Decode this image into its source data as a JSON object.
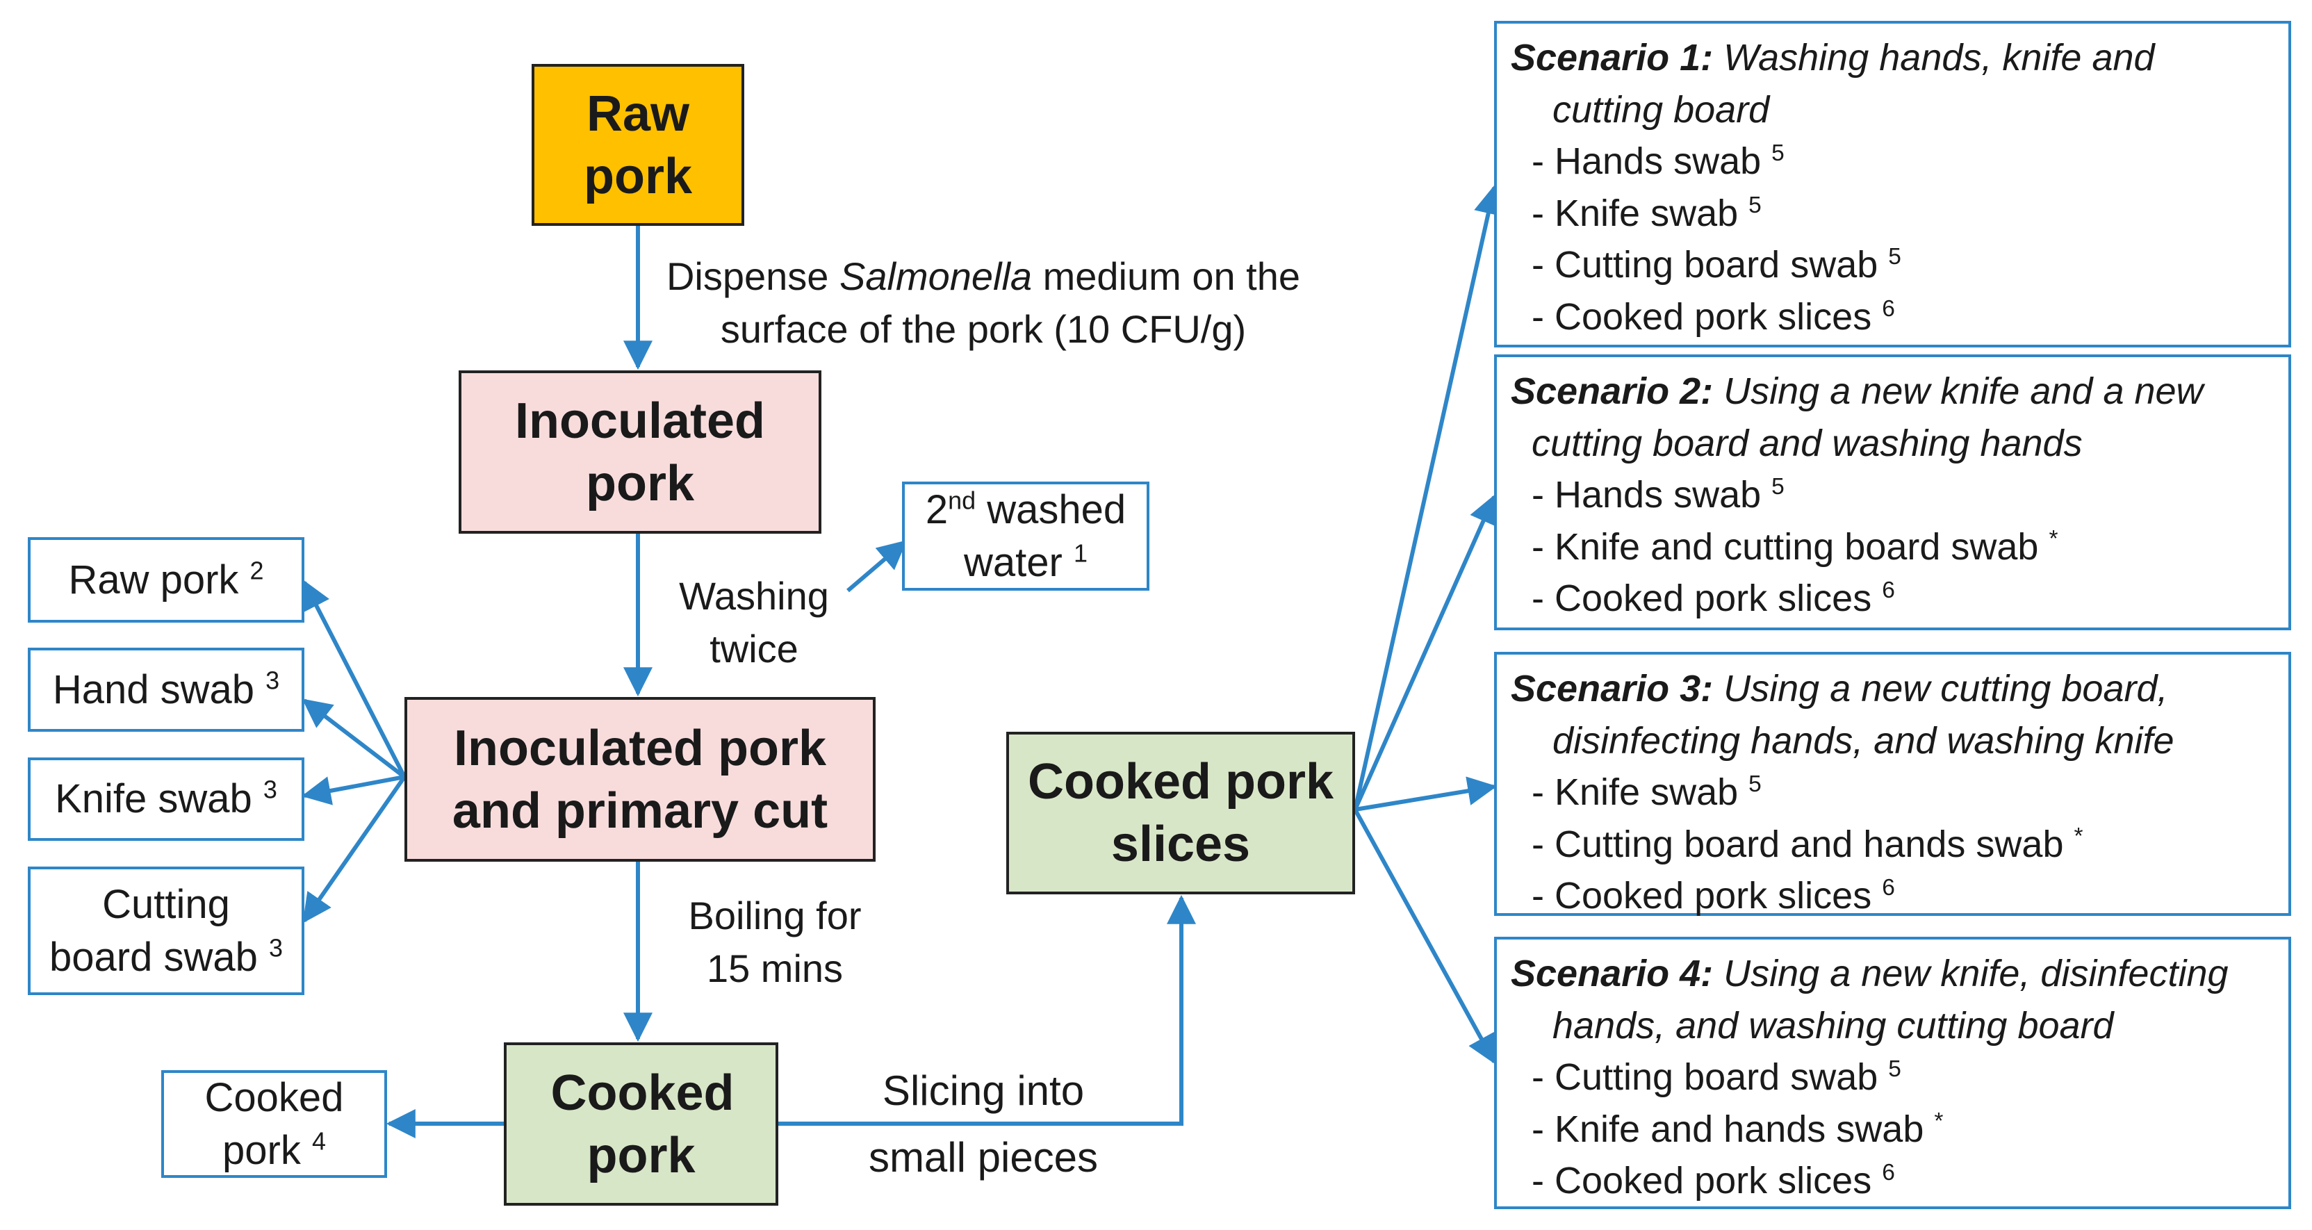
{
  "nodes": {
    "raw_pork": "Raw pork",
    "inoculated_pork": "Inoculated pork",
    "primary_cut": "Inoculated pork and primary cut",
    "cooked_pork": "Cooked pork",
    "cooked_slices": "Cooked pork slices"
  },
  "edges": {
    "dispense_pre": "Dispense ",
    "dispense_italic": "Salmonella",
    "dispense_post": " medium on the",
    "dispense_line2": "surface of the pork (10 CFU/g)",
    "washing_line1": "Washing",
    "washing_line2": "twice",
    "boiling_line1": "Boiling for",
    "boiling_line2": "15 mins",
    "slicing_line1": "Slicing into",
    "slicing_line2": "small pieces"
  },
  "samples": {
    "washed_water_a": "2",
    "washed_water_sup": "nd",
    "washed_water_b": " washed",
    "washed_water_c": "water ",
    "washed_water_note": "1",
    "raw_pork": "Raw pork ",
    "raw_pork_note": "2",
    "hand_swab": "Hand swab ",
    "hand_swab_note": "3",
    "knife_swab": "Knife swab ",
    "knife_swab_note": "3",
    "cutting_board_1": "Cutting",
    "cutting_board_2": "board swab ",
    "cutting_board_note": "3",
    "cooked_pork_1": "Cooked",
    "cooked_pork_2": "pork ",
    "cooked_pork_note": "4"
  },
  "scenarios": [
    {
      "title": "Scenario 1:",
      "desc1": " Washing hands, knife and",
      "desc2": "cutting board",
      "items": [
        {
          "text": "- Hands swab ",
          "note": "5"
        },
        {
          "text": "- Knife swab ",
          "note": "5"
        },
        {
          "text": "- Cutting board swab ",
          "note": "5"
        },
        {
          "text": "- Cooked pork slices ",
          "note": "6"
        }
      ]
    },
    {
      "title": "Scenario 2:",
      "desc1": " Using a new knife and a new",
      "desc2": "cutting board and washing hands",
      "items": [
        {
          "text": "- Hands swab ",
          "note": "5"
        },
        {
          "text": "- Knife and cutting board swab ",
          "note": "*"
        },
        {
          "text": "- Cooked pork slices ",
          "note": "6"
        }
      ]
    },
    {
      "title": "Scenario 3:",
      "desc1": " Using a new cutting board,",
      "desc2": "disinfecting hands, and washing knife",
      "items": [
        {
          "text": "- Knife swab ",
          "note": "5"
        },
        {
          "text": "- Cutting board and hands swab ",
          "note": "*"
        },
        {
          "text": "- Cooked pork slices ",
          "note": "6"
        }
      ]
    },
    {
      "title": "Scenario 4:",
      "desc1": " Using a new knife, disinfecting",
      "desc2": "hands, and washing cutting board",
      "items": [
        {
          "text": "- Cutting board swab ",
          "note": "5"
        },
        {
          "text": "- Knife and hands swab ",
          "note": "*"
        },
        {
          "text": "- Cooked pork slices ",
          "note": "6"
        }
      ]
    }
  ]
}
